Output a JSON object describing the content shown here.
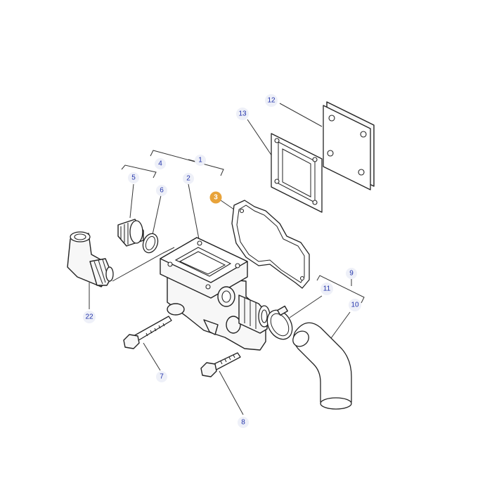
{
  "callouts": {
    "c1": "1",
    "c2": "2",
    "c3": "3",
    "c4": "4",
    "c5": "5",
    "c6": "6",
    "c7": "7",
    "c8": "8",
    "c9": "9",
    "c10": "10",
    "c11": "11",
    "c12": "12",
    "c13": "13",
    "c22": "22"
  },
  "colors": {
    "callout_text": "#2233aa",
    "callout_background": "#eef0f8",
    "highlight": "#e8a33a"
  }
}
